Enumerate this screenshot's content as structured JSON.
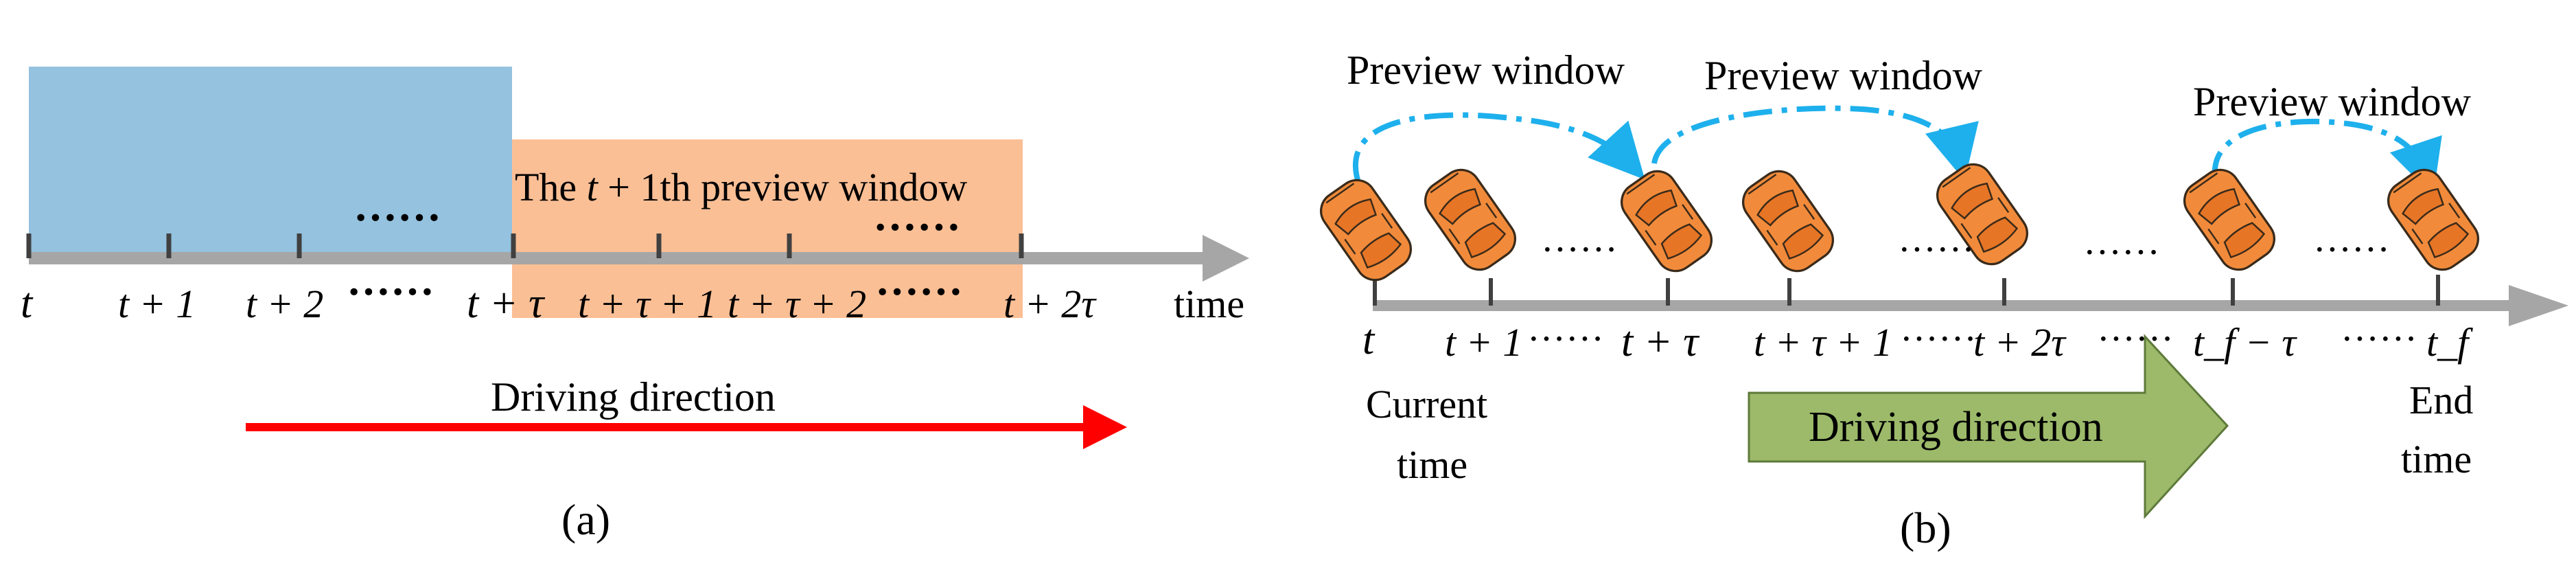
{
  "panel_a": {
    "caption": "(a)",
    "window_label": "The t + 1th preview window",
    "window_label_parts": {
      "prefix": "The ",
      "t": "t",
      "rest": " + 1th preview window"
    },
    "axis_label": "time",
    "ticks": [
      "t",
      "t + 1",
      "t + 2",
      "t + τ",
      "t + τ + 1",
      "t + τ + 2",
      "t + 2τ"
    ],
    "dots": [
      "······",
      "······"
    ],
    "direction_label": "Driving direction",
    "colors": {
      "blue_window": "#94c2df",
      "orange_window": "#fbbf95",
      "axis": "#a6a6a6",
      "arrow": "#ff0000"
    }
  },
  "panel_b": {
    "caption": "(b)",
    "preview_labels": [
      "Preview window",
      "Preview window",
      "Preview window"
    ],
    "ticks": [
      "t",
      "t + 1",
      "t + τ",
      "t + τ + 1",
      "t + 2τ",
      "t_f − τ",
      "t_f"
    ],
    "dots": "······",
    "current_label": [
      "Current",
      "time"
    ],
    "end_label": [
      "End",
      "time"
    ],
    "direction_label": "Driving direction",
    "colors": {
      "car": "#f18b3b",
      "dashed_arrow": "#1eb0ec",
      "direction_arrow": "#9cba6a",
      "axis": "#a6a6a6"
    }
  }
}
